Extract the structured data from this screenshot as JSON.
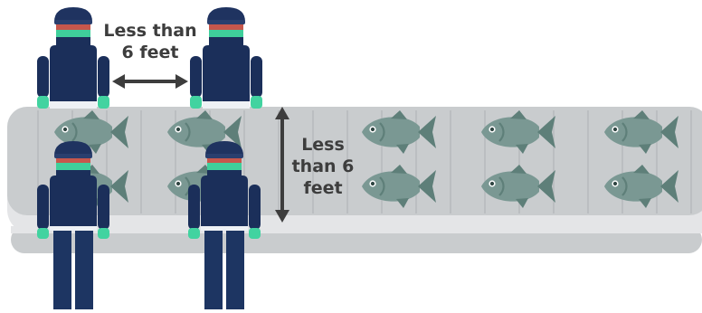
{
  "labels": {
    "horizontal_distance_line1": "Less than",
    "horizontal_distance_line2": "6 feet",
    "vertical_distance_line1": "Less",
    "vertical_distance_line2": "than 6",
    "vertical_distance_line3": "feet"
  },
  "colors": {
    "worker_body": "#1b2f5a",
    "worker_pants": "#1d3562",
    "worker_hat": "#1f3360",
    "mask_stripe_green": "#3fcf9b",
    "mask_stripe_red": "#c7574c",
    "glove_green": "#42d3a0",
    "belt_surface": "#c9ccce",
    "belt_frame": "#e4e5e7",
    "fish_body": "#7a9893",
    "fish_fin": "#5e7f79",
    "arrow": "#3d3d3d",
    "text": "#3d3d3d"
  },
  "icons": {
    "worker": "worker-icon",
    "fish": "fish-icon",
    "horizontal_arrow": "double-arrow-horizontal-icon",
    "vertical_arrow": "double-arrow-vertical-icon"
  }
}
